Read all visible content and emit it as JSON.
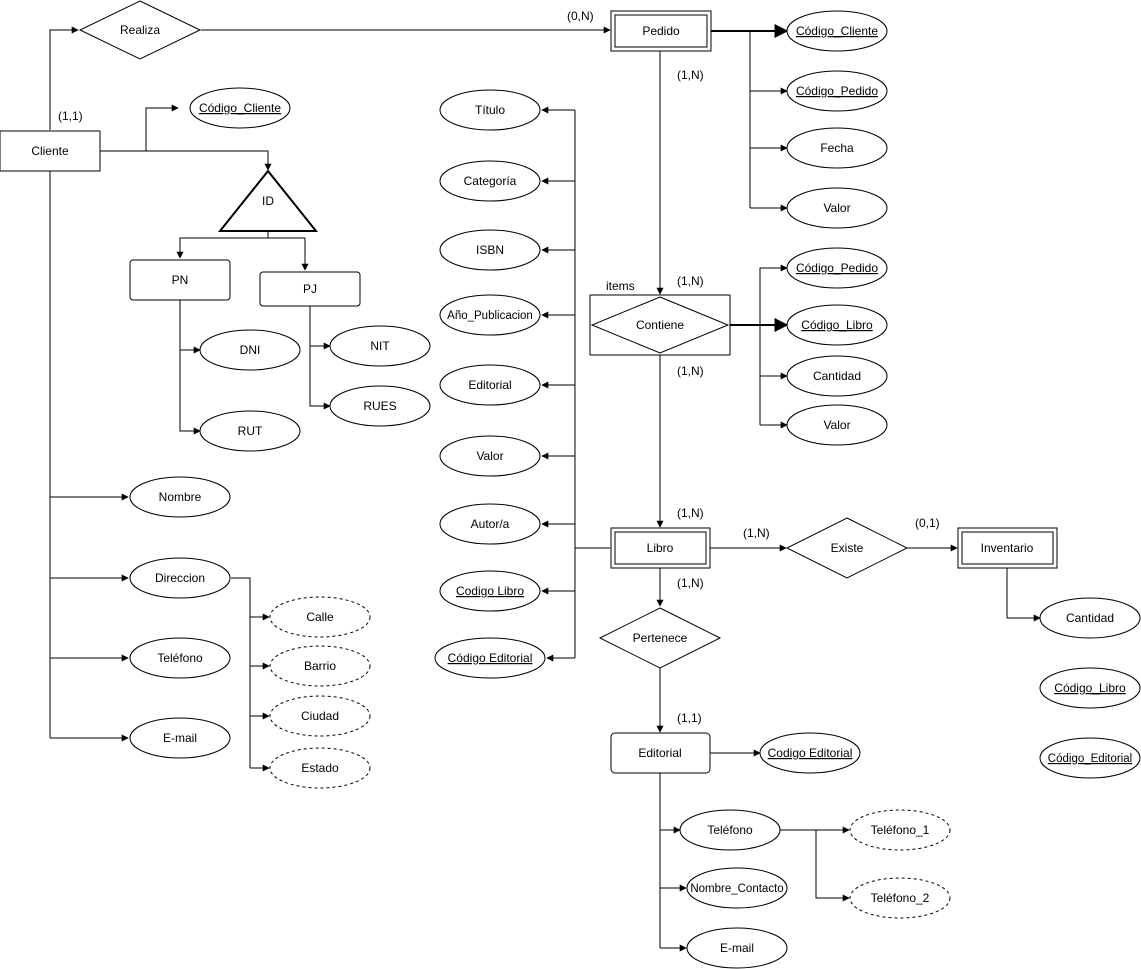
{
  "diagram": {
    "entities": {
      "cliente": "Cliente",
      "pn": "PN",
      "pj": "PJ",
      "editorial": "Editorial",
      "pedido": "Pedido",
      "libro": "Libro",
      "inventario": "Inventario"
    },
    "relationships": {
      "realiza": "Realiza",
      "contiene": "Contiene",
      "existe": "Existe",
      "pertenece": "Pertenece"
    },
    "isa": {
      "label": "ID"
    },
    "associative_label": "items",
    "attributes": {
      "cliente_codigo": "Código_Cliente",
      "pn_dni": "DNI",
      "pn_rut": "RUT",
      "pj_nit": "NIT",
      "pj_rues": "RUES",
      "cliente_nombre": "Nombre",
      "cliente_direccion": "Direccion",
      "dir_calle": "Calle",
      "dir_barrio": "Barrio",
      "dir_ciudad": "Ciudad",
      "dir_estado": "Estado",
      "cliente_telefono": "Teléfono",
      "cliente_email": "E-mail",
      "libro_titulo": "Título",
      "libro_categoria": "Categoría",
      "libro_isbn": "ISBN",
      "libro_anio": "Año_Publicacion",
      "libro_editorial": "Editorial",
      "libro_valor": "Valor",
      "libro_autor": "Autor/a",
      "libro_codigo": "Codigo Libro",
      "libro_codigo_editorial": "Código Editorial",
      "pedido_codigo_cliente": "Código_Cliente",
      "pedido_codigo_pedido": "Código_Pedido",
      "pedido_fecha": "Fecha",
      "pedido_valor": "Valor",
      "items_codigo_pedido": "Código_Pedido",
      "items_codigo_libro": "Código_Libro",
      "items_cantidad": "Cantidad",
      "items_valor": "Valor",
      "inv_cantidad": "Cantidad",
      "inv_codigo_libro": "Código_Libro",
      "inv_codigo_editorial": "Código_Editorial",
      "ed_codigo": "Codigo Editorial",
      "ed_telefono": "Teléfono",
      "ed_telefono1": "Teléfono_1",
      "ed_telefono2": "Teléfono_2",
      "ed_contacto": "Nombre_Contacto",
      "ed_email": "E-mail"
    },
    "cardinalities": {
      "cliente_realiza": "(1,1)",
      "realiza_pedido": "(0,N)",
      "pedido_contiene": "(1,N)",
      "contiene_top": "(1,N)",
      "contiene_libro": "(1,N)",
      "libro_in": "(1,N)",
      "libro_existe": "(1,N)",
      "existe_inventario": "(0,1)",
      "libro_pertenece": "(1,N)",
      "pertenece_editorial": "(1,1)"
    },
    "colors": {
      "stroke": "#000000",
      "fill": "#ffffff"
    }
  }
}
